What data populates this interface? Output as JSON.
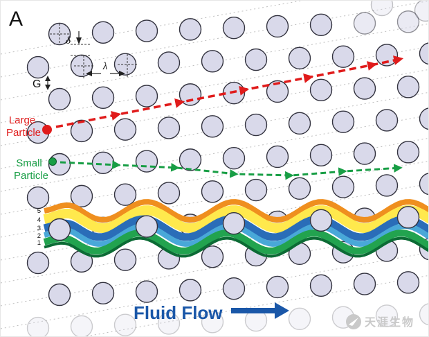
{
  "panel_label": "A",
  "annotations": {
    "delta": "δ",
    "lambda": "λ",
    "gap": "G"
  },
  "particles": {
    "large": {
      "line1": "Large",
      "line2": "Particle",
      "color": "#e01b1b"
    },
    "small": {
      "line1": "Small",
      "line2": "Particle",
      "color": "#189e45"
    }
  },
  "flow": {
    "label": "Fluid Flow",
    "color": "#1a57a8"
  },
  "lanes": {
    "numbers": [
      "5",
      "4",
      "3",
      "2",
      "1"
    ],
    "bands": [
      {
        "lane": "5",
        "color": "#ef8f1f"
      },
      {
        "lane": "4",
        "color": "#ffe94d"
      },
      {
        "lane": "3",
        "color": "#2a6db8"
      },
      {
        "lane": "2",
        "color": "#49a8d8"
      },
      {
        "lane": "1",
        "color": "#22a34f"
      },
      {
        "lane": "base",
        "color": "#0c6b35"
      }
    ]
  },
  "pillar": {
    "fill": "#d9d9ea",
    "stroke": "#33333f"
  },
  "watermark": {
    "icon": "rocket-icon",
    "text": "天涯生物"
  }
}
